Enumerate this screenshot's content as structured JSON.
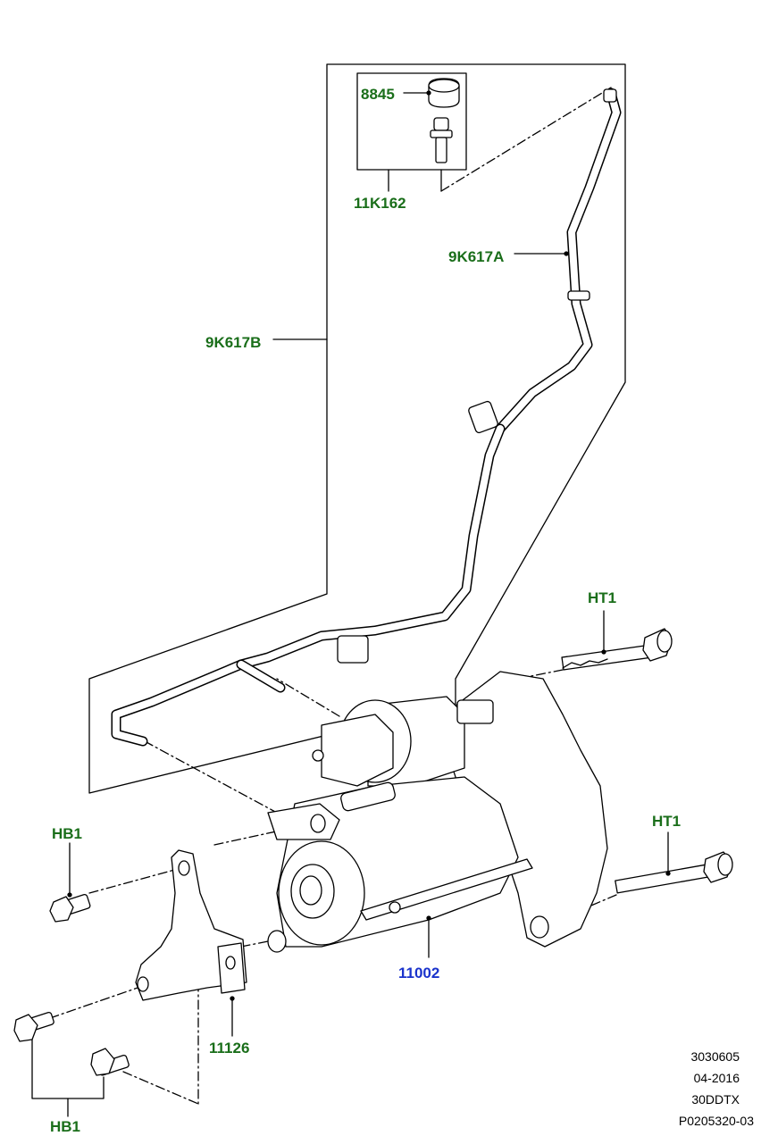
{
  "colors": {
    "callout_green": "#1a6e1a",
    "callout_blue": "#1a33cc",
    "line": "#000000"
  },
  "callouts": {
    "c8845": "8845",
    "c11k162": "11K162",
    "c9k617a": "9K617A",
    "c9k617b": "9K617B",
    "ht1_top": "HT1",
    "ht1_right": "HT1",
    "hb1_left": "HB1",
    "hb1_bottom": "HB1",
    "c11002": "11002",
    "c11126": "11126"
  },
  "reference": {
    "line1": "3030605",
    "line2": "04-2016",
    "line3": "30DDTX",
    "line4": "P0205320-03"
  },
  "parts": [
    {
      "name": "cap",
      "icon": "cap-icon"
    },
    {
      "name": "stud",
      "icon": "stud-icon"
    },
    {
      "name": "cable-upper",
      "icon": "cable-icon"
    },
    {
      "name": "cable-lower",
      "icon": "cable-icon"
    },
    {
      "name": "bolt",
      "icon": "bolt-icon"
    },
    {
      "name": "starter-motor",
      "icon": "starter-motor-icon"
    },
    {
      "name": "bracket",
      "icon": "bracket-icon"
    },
    {
      "name": "plate",
      "icon": "plate-icon"
    }
  ]
}
